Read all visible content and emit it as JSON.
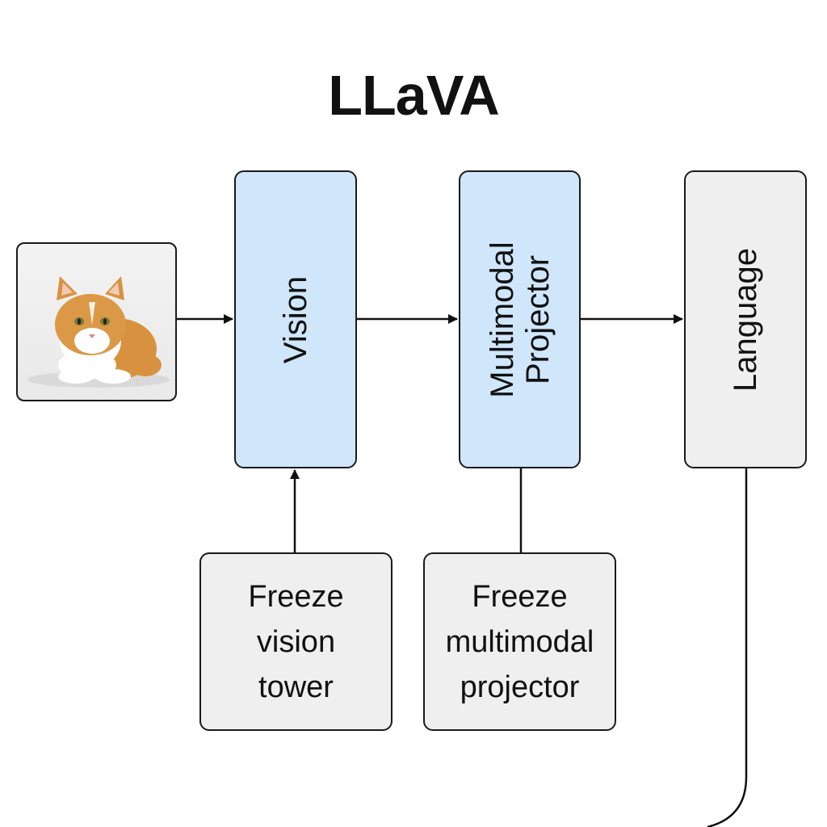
{
  "title": "LLaVA",
  "nodes": {
    "vision": "Vision",
    "projector": [
      "Multimodal",
      "Projector"
    ],
    "language": "Language"
  },
  "notes": {
    "freeze_vision": [
      "Freeze",
      "vision",
      "tower"
    ],
    "freeze_projector": [
      "Freeze",
      "multimodal",
      "projector"
    ]
  },
  "colors": {
    "trainable_fill": "#cfe6fb",
    "frozen_fill": "#efefef",
    "stroke": "#1a1a1a",
    "cat_orange": "#d8923f"
  },
  "icons": {
    "input_image": "cat-photo"
  }
}
